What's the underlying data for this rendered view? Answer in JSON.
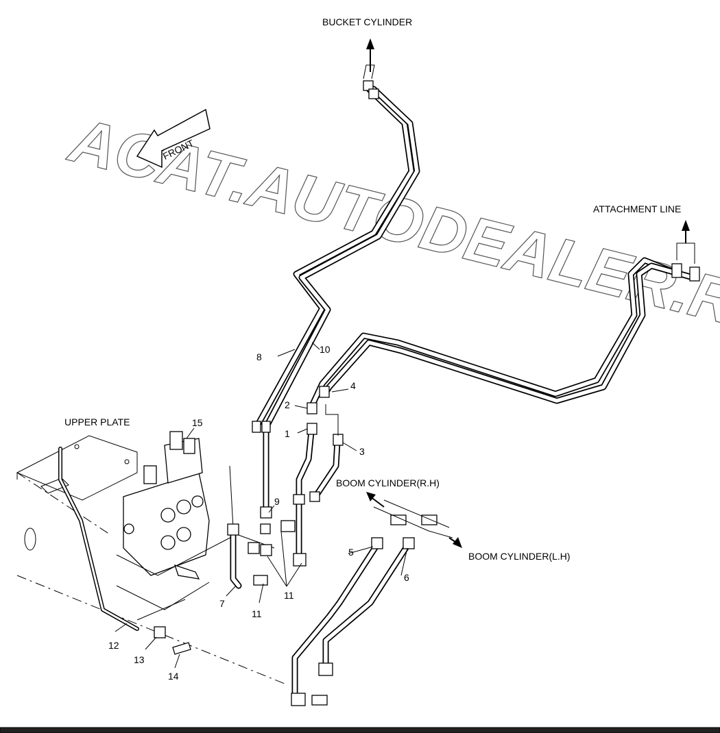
{
  "labels": {
    "bucket_cylinder": "BUCKET CYLINDER",
    "attachment_line": "ATTACHMENT LINE",
    "upper_plate": "UPPER PLATE",
    "boom_cylinder_rh": "BOOM CYLINDER(R.H)",
    "boom_cylinder_lh": "BOOM CYLINDER(L.H)",
    "front": "FRONT"
  },
  "watermark": "ACAT.AUTODEALER.RU",
  "callouts": {
    "c1": "1",
    "c2": "2",
    "c3": "3",
    "c4": "4",
    "c5": "5",
    "c6": "6",
    "c7": "7",
    "c8": "8",
    "c9": "9",
    "c10": "10",
    "c11a": "11",
    "c11b": "11",
    "c12": "12",
    "c13": "13",
    "c14": "14",
    "c15": "15"
  }
}
